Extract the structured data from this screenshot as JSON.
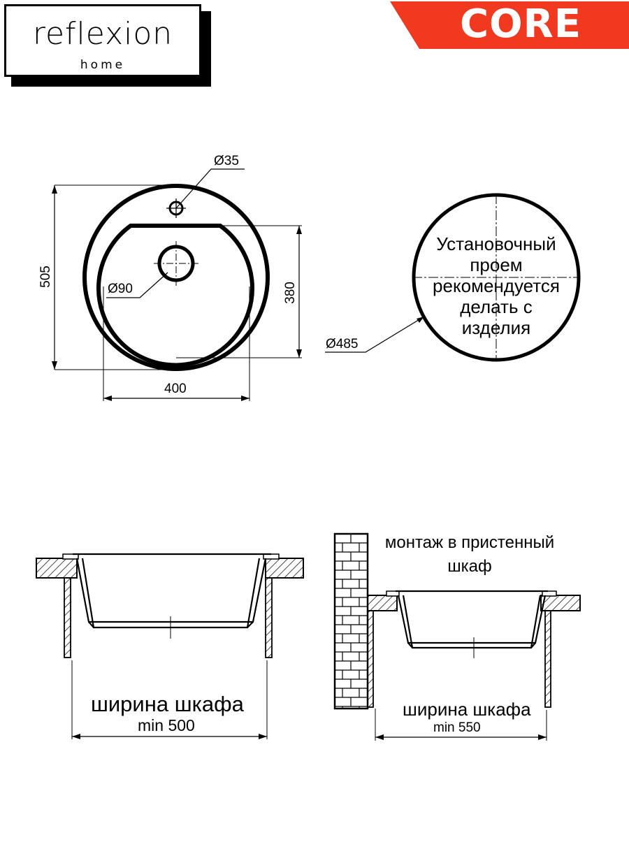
{
  "brand": {
    "logo_main": "reflexion",
    "logo_sub": "home",
    "series": "CORE",
    "series_color": "#f0391e"
  },
  "top_view": {
    "dia_tap": "Ø35",
    "dia_drain": "Ø90",
    "height_total": "505",
    "height_bowl": "380",
    "width_bowl": "400"
  },
  "cutout": {
    "diameter": "Ø485",
    "note_lines": [
      "Установочный",
      "проем",
      "рекомендуется",
      "делать с",
      "изделия"
    ]
  },
  "install_standard": {
    "label": "ширина шкафа",
    "value": "min 500"
  },
  "install_wall": {
    "title_lines": [
      "монтаж в пристенный",
      "шкаф"
    ],
    "label": "ширина шкафа",
    "value": "min 550"
  }
}
